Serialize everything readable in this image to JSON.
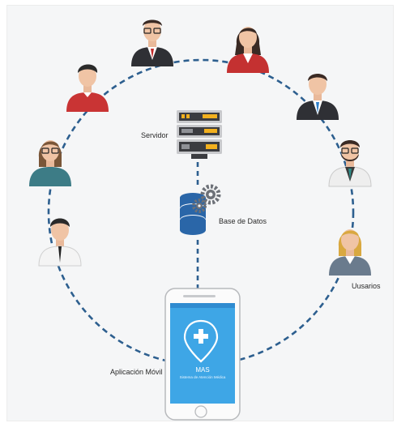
{
  "labels": {
    "server": "Servidor",
    "database": "Base de Datos",
    "users": "Uusarios",
    "app": "Aplicación Móvil"
  },
  "phone": {
    "app_name": "MAS",
    "app_subtitle": "Sistema de Atención Médica"
  },
  "colors": {
    "dash": "#2d5f8f",
    "screen": "#3ea6e6",
    "server_accent": "#f2b01e",
    "db": "#2a66a8",
    "gear": "#6d7178"
  },
  "icons": [
    "server-rack-icon",
    "database-icon",
    "gear-icon",
    "smartphone-icon",
    "map-pin-medical-icon",
    "person-avatar-icon"
  ]
}
